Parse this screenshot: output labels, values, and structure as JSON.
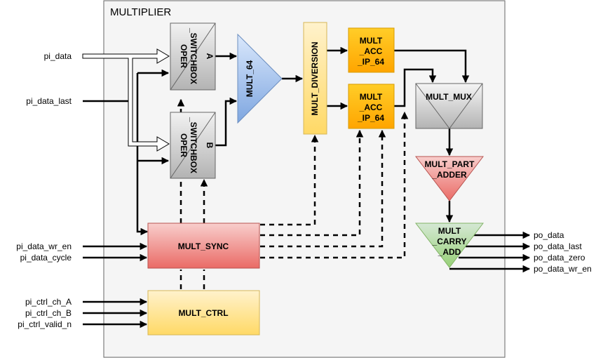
{
  "diagram": {
    "title": "MULTIPLIER",
    "colors": {
      "switchbox": "#c4c4c4",
      "mult64": "#7ea6e0",
      "diversion": "#ffe599",
      "acc": "#ffa500",
      "mux": "#d4d4d4",
      "part_adder": "#ea6b66",
      "carry_add": "#97d077",
      "sync": "#ea6b66",
      "ctrl": "#ffe599"
    },
    "blocks": {
      "oper_switchbox_a": {
        "line1": "OPER",
        "line2": "_SWITCHBOX",
        "line3": "A"
      },
      "oper_switchbox_b": {
        "line1": "OPER",
        "line2": "_SWITCHBOX",
        "line3": "B"
      },
      "mult_64": "MULT_64",
      "mult_diversion": "MULT_DIVERSION",
      "mult_acc_ip_64_top": {
        "line1": "MULT",
        "line2": "_ACC",
        "line3": "_IP_64"
      },
      "mult_acc_ip_64_bottom": {
        "line1": "MULT",
        "line2": "_ACC",
        "line3": "_IP_64"
      },
      "mult_mux": "MULT_MUX",
      "mult_part_adder": {
        "line1": "MULT_PART",
        "line2": "_ADDER"
      },
      "mult_carry_add": {
        "line1": "MULT",
        "line2": "_CARRY",
        "line3": "_ADD"
      },
      "mult_sync": "MULT_SYNC",
      "mult_ctrl": "MULT_CTRL"
    },
    "inputs": [
      "pi_data",
      "pi_data_last",
      "pi_data_wr_en",
      "pi_data_cycle",
      "pi_ctrl_ch_A",
      "pi_ctrl_ch_B",
      "pi_ctrl_valid_n"
    ],
    "outputs": [
      "po_data",
      "po_data_last",
      "po_data_zero",
      "po_data_wr_en"
    ]
  }
}
